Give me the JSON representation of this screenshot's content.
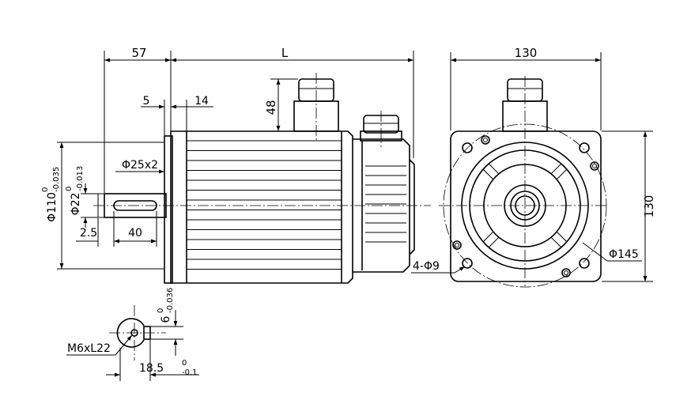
{
  "dimensions": {
    "d57": "57",
    "dL": "L",
    "d130_top": "130",
    "d48": "48",
    "d5": "5",
    "d14": "14",
    "d25x2": "Φ25x2",
    "d110": "Φ110",
    "d110_tol_up": "0",
    "d110_tol_lo": "-0.035",
    "d22": "Φ22",
    "d22_tol_up": "0",
    "d22_tol_lo": "-0.013",
    "d2_5": "2.5",
    "d40": "40",
    "d130_right": "130",
    "d145": "Φ145",
    "d4x9": "4-Φ9",
    "d6": "6",
    "d6_tol_up": "0",
    "d6_tol_lo": "-0.036",
    "dM6": "M6xL22",
    "d18_5": "18.5",
    "d18_5_tol_up": "0",
    "d18_5_tol_lo": "-0.1"
  }
}
